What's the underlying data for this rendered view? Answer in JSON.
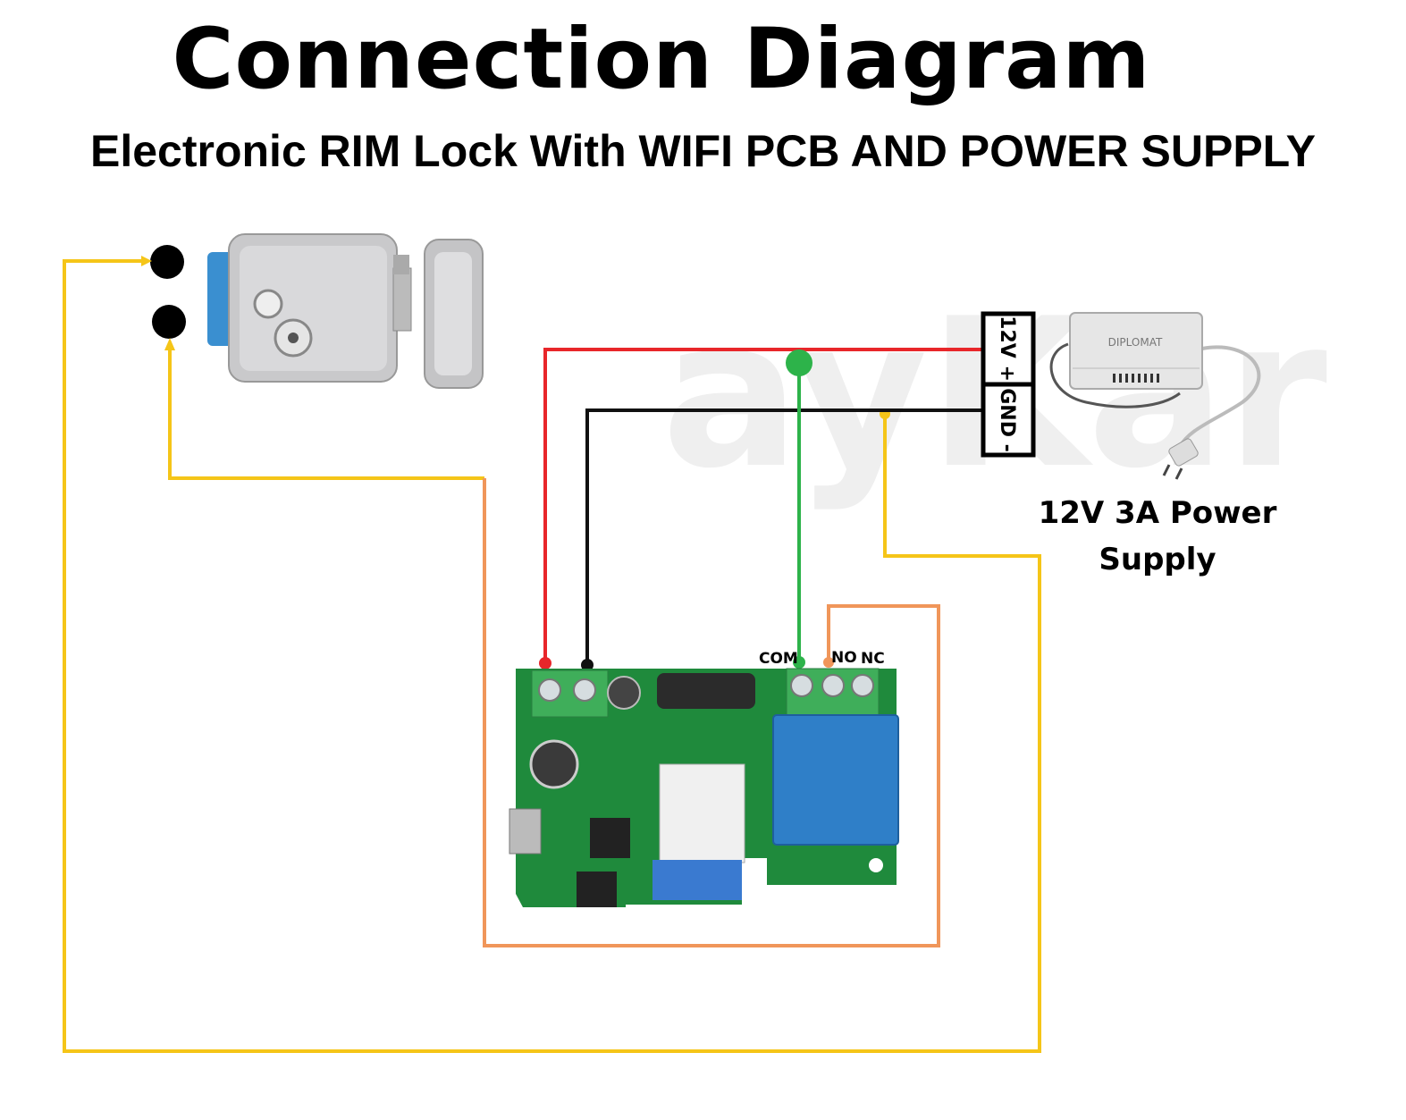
{
  "title": "Connection Diagram",
  "subtitle": "Electronic RIM Lock With WIFI PCB AND POWER SUPPLY",
  "power_supply": {
    "label": "12V 3A Power Supply",
    "brand": "DIPLOMAT",
    "terminal_positive": "12V +",
    "terminal_negative": "GND -"
  },
  "relay_terminals": {
    "com": "COM",
    "no": "NO",
    "nc": "NC"
  },
  "wire_colors": {
    "positive": "#e8262a",
    "ground": "#111111",
    "com": "#2db34a",
    "lock": "#f5c518",
    "no": "#f0965a"
  }
}
